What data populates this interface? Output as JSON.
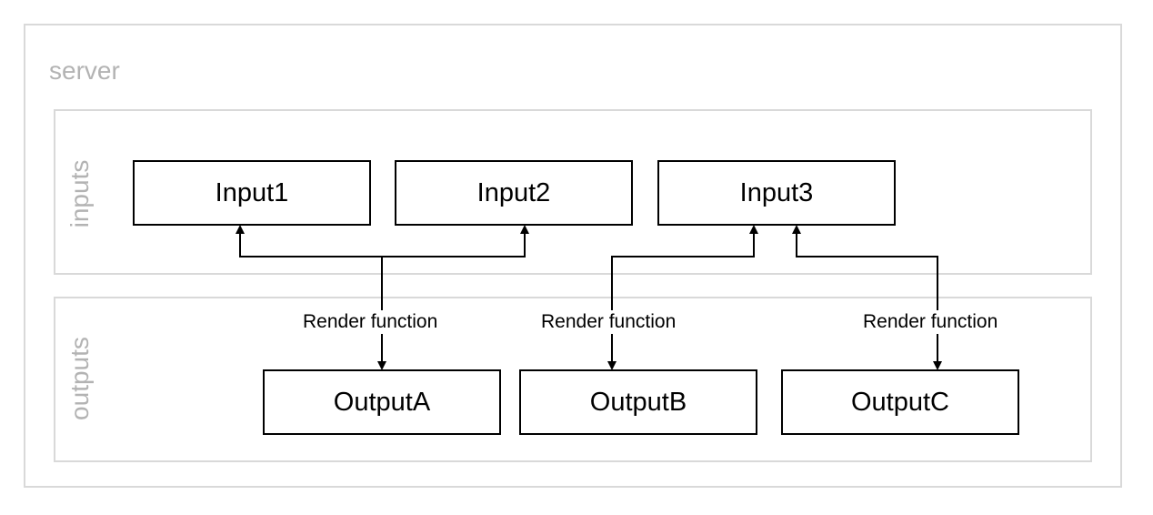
{
  "server": {
    "label": "server"
  },
  "groups": {
    "inputs": {
      "label": "inputs"
    },
    "outputs": {
      "label": "outputs"
    }
  },
  "inputs": [
    {
      "id": "input1",
      "label": "Input1"
    },
    {
      "id": "input2",
      "label": "Input2"
    },
    {
      "id": "input3",
      "label": "Input3"
    }
  ],
  "outputs": [
    {
      "id": "outputA",
      "label": "OutputA"
    },
    {
      "id": "outputB",
      "label": "OutputB"
    },
    {
      "id": "outputC",
      "label": "OutputC"
    }
  ],
  "edges": [
    {
      "label": "Render function",
      "from": [
        "input1",
        "input2"
      ],
      "to": "outputA"
    },
    {
      "label": "Render function",
      "from": [
        "input3"
      ],
      "to": "outputB"
    },
    {
      "label": "Render function",
      "from": [
        "input3"
      ],
      "to": "outputC"
    }
  ],
  "colors": {
    "frame_border": "#d9d9d9",
    "group_text": "#b3b3b3",
    "node_border": "#000000",
    "edge": "#000000"
  }
}
